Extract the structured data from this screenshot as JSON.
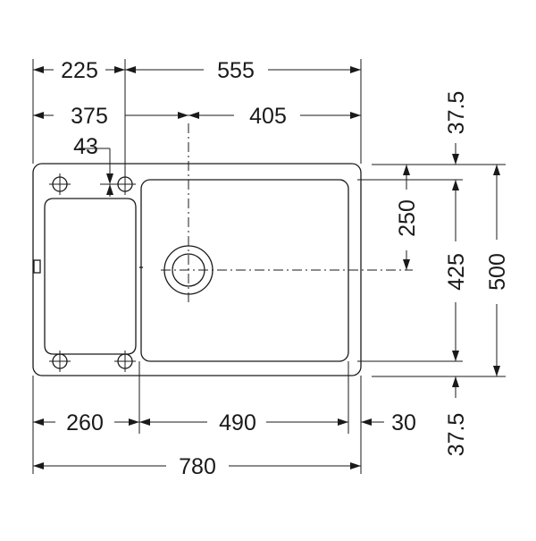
{
  "dimensions": {
    "top_left": "225",
    "top_right": "555",
    "second_left": "375",
    "second_right": "405",
    "offset_small": "43",
    "bottom_left": "260",
    "bottom_mid": "490",
    "bottom_right": "30",
    "overall_width": "780",
    "right_top": "37.5",
    "right_bottom": "37.5",
    "drain_offset": "250",
    "bowl_depth": "425",
    "overall_depth": "500"
  }
}
